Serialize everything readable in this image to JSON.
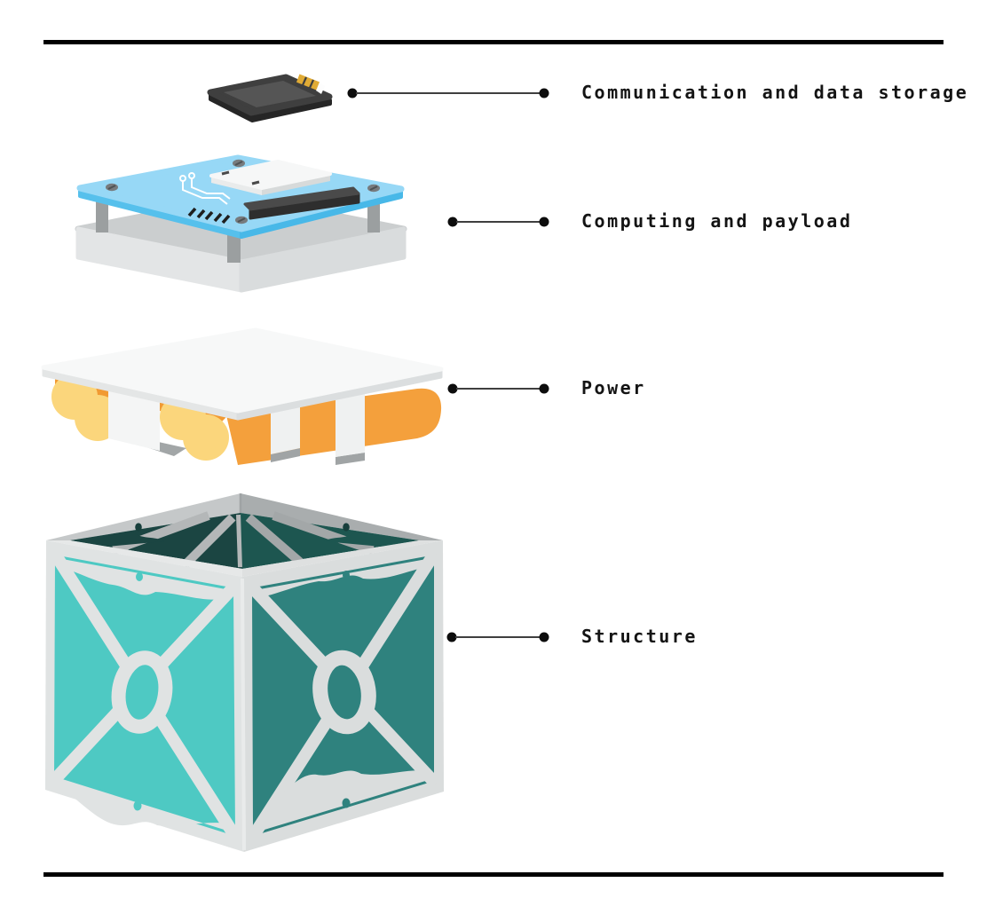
{
  "diagram": {
    "type": "exploded-cubesat-diagram",
    "callouts": [
      {
        "id": "communication",
        "label": "Communication and data storage"
      },
      {
        "id": "computing",
        "label": "Computing and payload"
      },
      {
        "id": "power",
        "label": "Power"
      },
      {
        "id": "structure",
        "label": "Structure"
      }
    ],
    "components": [
      {
        "name": "sd-card",
        "colors": {
          "body": "#3f3f3f",
          "inner": "#555555",
          "contacts": "#e0ab35",
          "underside": "#262626"
        }
      },
      {
        "name": "circuit-board",
        "colors": {
          "pcb": "#97d8f6",
          "pcbEdge": "#56c0ec",
          "basePlate": "#cbcecf",
          "baseFront": "#e3e5e6",
          "standoff": "#9b9fa0",
          "connector": "#2e2e2e",
          "module": "#f6f7f7",
          "trace": "#ffffff"
        }
      },
      {
        "name": "battery-pack",
        "colors": {
          "plate": "#f7f8f8",
          "cell": "#f4a03c",
          "cellCap": "#fbd67c",
          "strap": "#eff1f1",
          "strapShadow": "#a0a4a5"
        }
      },
      {
        "name": "cubesat-frame",
        "colors": {
          "frameLeft": "#e0e3e3",
          "frameRight": "#dadddd",
          "panelLeft": "#4ec9c3",
          "panelRight": "#2f827e",
          "interiorLeft": "#1b4542",
          "interiorRight": "#1d5650",
          "rimBackLeft": "#c5c8c9",
          "rimBackRight": "#a9adae"
        }
      }
    ],
    "rules": {
      "color": "#000000"
    },
    "callout_style": {
      "line": "#3f3f3f",
      "dot": "#0d0d0d",
      "text": "#141414"
    }
  }
}
